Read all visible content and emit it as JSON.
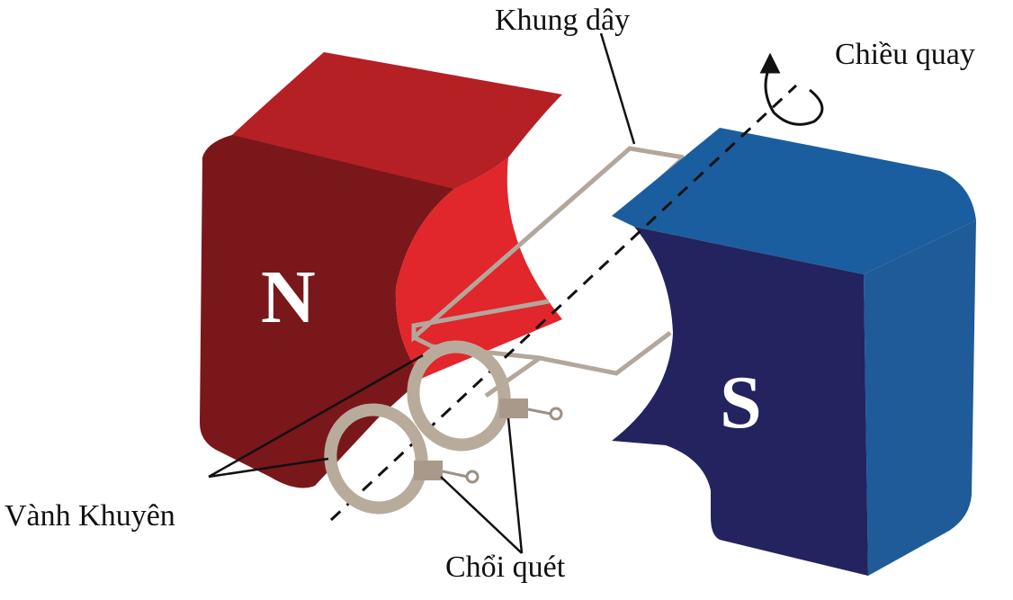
{
  "labels": {
    "frame": "Khung dây",
    "rotation": "Chiều quay",
    "slip_rings": "Vành Khuyên",
    "brushes": "Chổi quét",
    "north": "N",
    "south": "S"
  },
  "colors": {
    "north_top": "#b52025",
    "north_front": "#7a171b",
    "north_inner": "#e1262c",
    "south_top": "#1b5e9f",
    "south_front": "#22235f",
    "south_side": "#1f5b99",
    "wire": "#b3a79b",
    "ring": "#b9ab9b"
  }
}
